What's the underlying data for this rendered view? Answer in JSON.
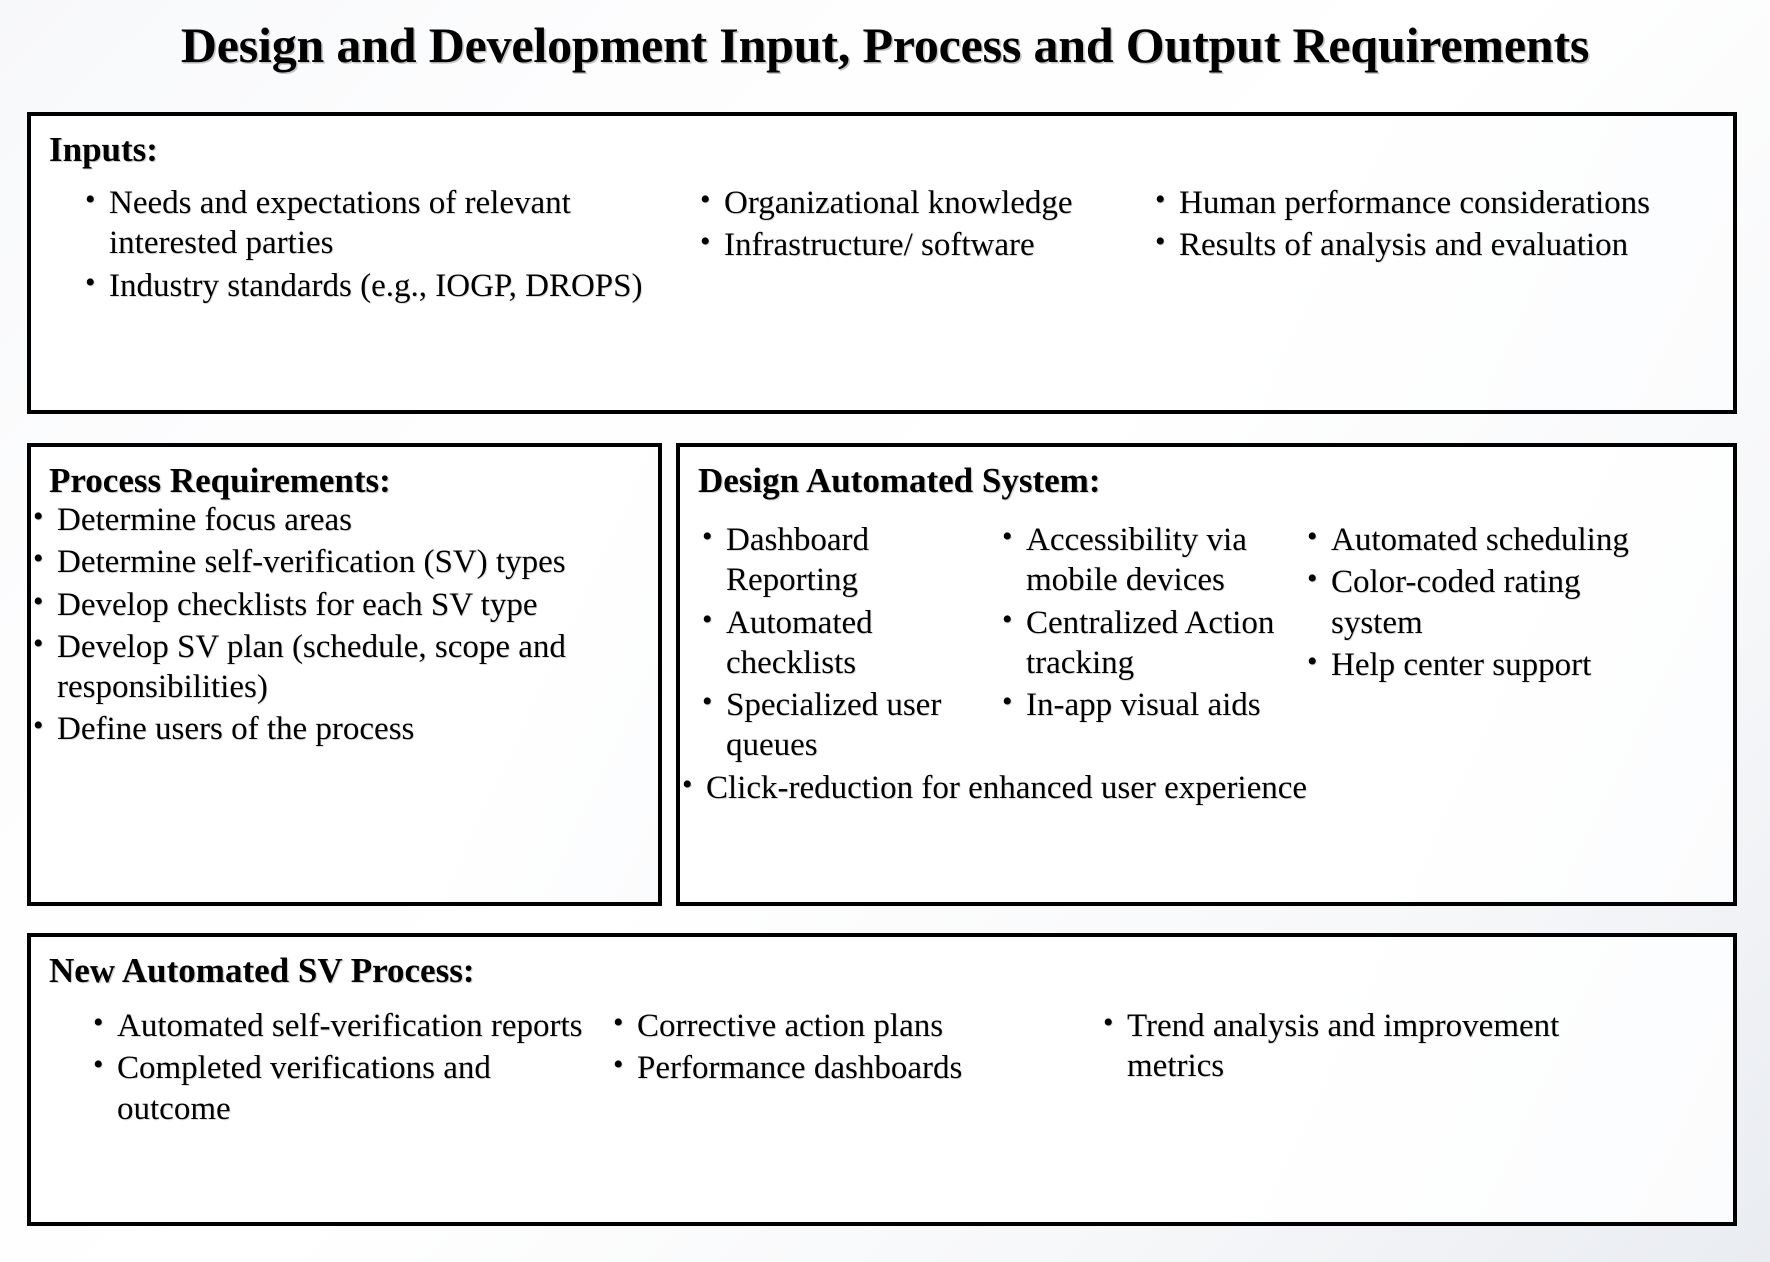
{
  "slide": {
    "title": "Design and Development Input, Process and Output Requirements"
  },
  "inputs": {
    "heading": "Inputs:",
    "columns": [
      {
        "items": [
          "Needs and expectations of relevant interested parties",
          "Industry standards (e.g., IOGP, DROPS)"
        ]
      },
      {
        "items": [
          "Organizational knowledge",
          "Infrastructure/ software"
        ]
      },
      {
        "items": [
          "Human performance considerations",
          "Results of analysis and evaluation"
        ]
      }
    ]
  },
  "process_requirements": {
    "heading": "Process Requirements:",
    "items": [
      "Determine focus areas",
      "Determine self-verification (SV) types",
      "Develop checklists for each SV type",
      "Develop SV plan (schedule, scope and responsibilities)",
      "Define users of the process"
    ]
  },
  "design_automated_system": {
    "heading": "Design Automated System:",
    "columns": [
      {
        "items": [
          "Dashboard Reporting",
          "Automated checklists",
          "Specialized user queues"
        ]
      },
      {
        "items": [
          "Accessibility via mobile devices",
          "Centralized Action tracking",
          "In-app visual aids"
        ]
      },
      {
        "items": [
          "Automated scheduling",
          "Color-coded rating system",
          "Help center support"
        ]
      }
    ],
    "full_width_items": [
      "Click-reduction for enhanced user experience"
    ]
  },
  "new_automated_sv_process": {
    "heading": "New Automated SV Process:",
    "columns": [
      {
        "items": [
          "Automated self-verification reports",
          "Completed verifications and outcome"
        ]
      },
      {
        "items": [
          "Corrective action plans",
          "Performance dashboards"
        ]
      },
      {
        "items": [
          "Trend analysis and improvement metrics"
        ]
      }
    ]
  },
  "colors": {
    "border": "#000000",
    "text": "#000000",
    "box_fill": "#ffffff",
    "page_background": "#f4f6f9"
  }
}
